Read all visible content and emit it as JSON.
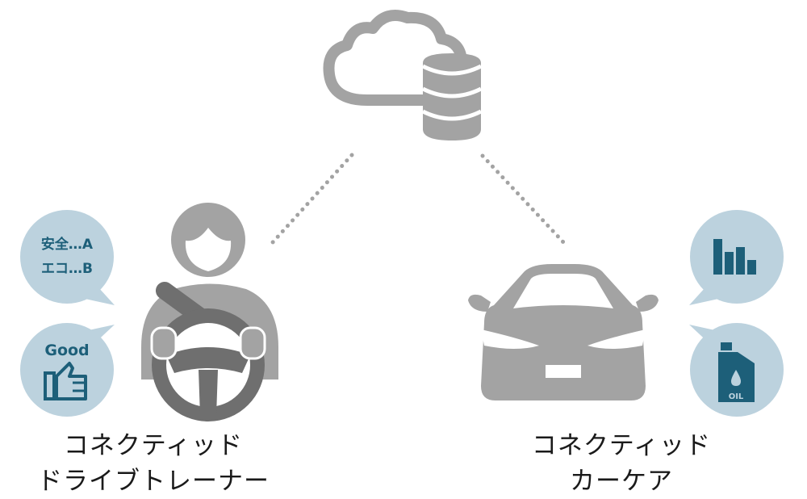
{
  "driver": {
    "bubble_score": {
      "line1": "安全…A",
      "line2": "エコ…B"
    },
    "bubble_good": {
      "label": "Good"
    },
    "caption": {
      "line1": "コネクティッド",
      "line2": "ドライブトレーナー"
    }
  },
  "car": {
    "bubble_oil": {
      "label": "OIL"
    },
    "caption": {
      "line1": "コネクティッド",
      "line2": "カーケア"
    }
  },
  "colors": {
    "gray": "#a3a3a3",
    "dark_gray": "#6f6f6f",
    "bubble": "#bcd2de",
    "teal": "#1d5f79"
  },
  "icons": [
    "cloud-icon",
    "database-icon",
    "driver-icon",
    "steering-wheel-icon",
    "car-icon",
    "bar-chart-icon",
    "thumbs-up-icon",
    "oil-bottle-icon"
  ]
}
